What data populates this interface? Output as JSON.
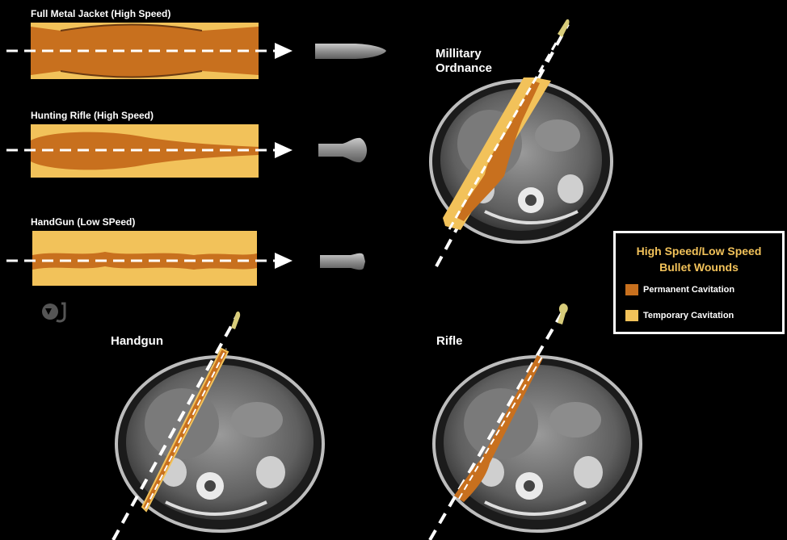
{
  "colors": {
    "permanent": "#c8701e",
    "temporary": "#f2c25a",
    "legend_title": "#f2c25a",
    "background": "#000000",
    "trajectory": "#ffffff"
  },
  "diagrams": [
    {
      "title": "Full Metal Jacket (High Speed)",
      "bullet_icon": "full-metal-jacket-bullet"
    },
    {
      "title": "Hunting Rifle (High Speed)",
      "bullet_icon": "expanding-hunting-bullet"
    },
    {
      "title": "HandGun (Low SPeed)",
      "bullet_icon": "handgun-bullet"
    }
  ],
  "ct_scans": [
    {
      "label": "Millitary Ordnance",
      "label_line1": "Millitary",
      "label_line2": "Ordnance"
    },
    {
      "label": "Handgun"
    },
    {
      "label": "Rifle"
    }
  ],
  "legend": {
    "title_line1": "High Speed/Low Speed",
    "title_line2": "Bullet Wounds",
    "items": [
      {
        "label": "Permanent Cavitation",
        "color": "#c8701e"
      },
      {
        "label": "Temporary Cavitation",
        "color": "#f2c25a"
      }
    ]
  },
  "logo_icon": "journal-logo-icon"
}
